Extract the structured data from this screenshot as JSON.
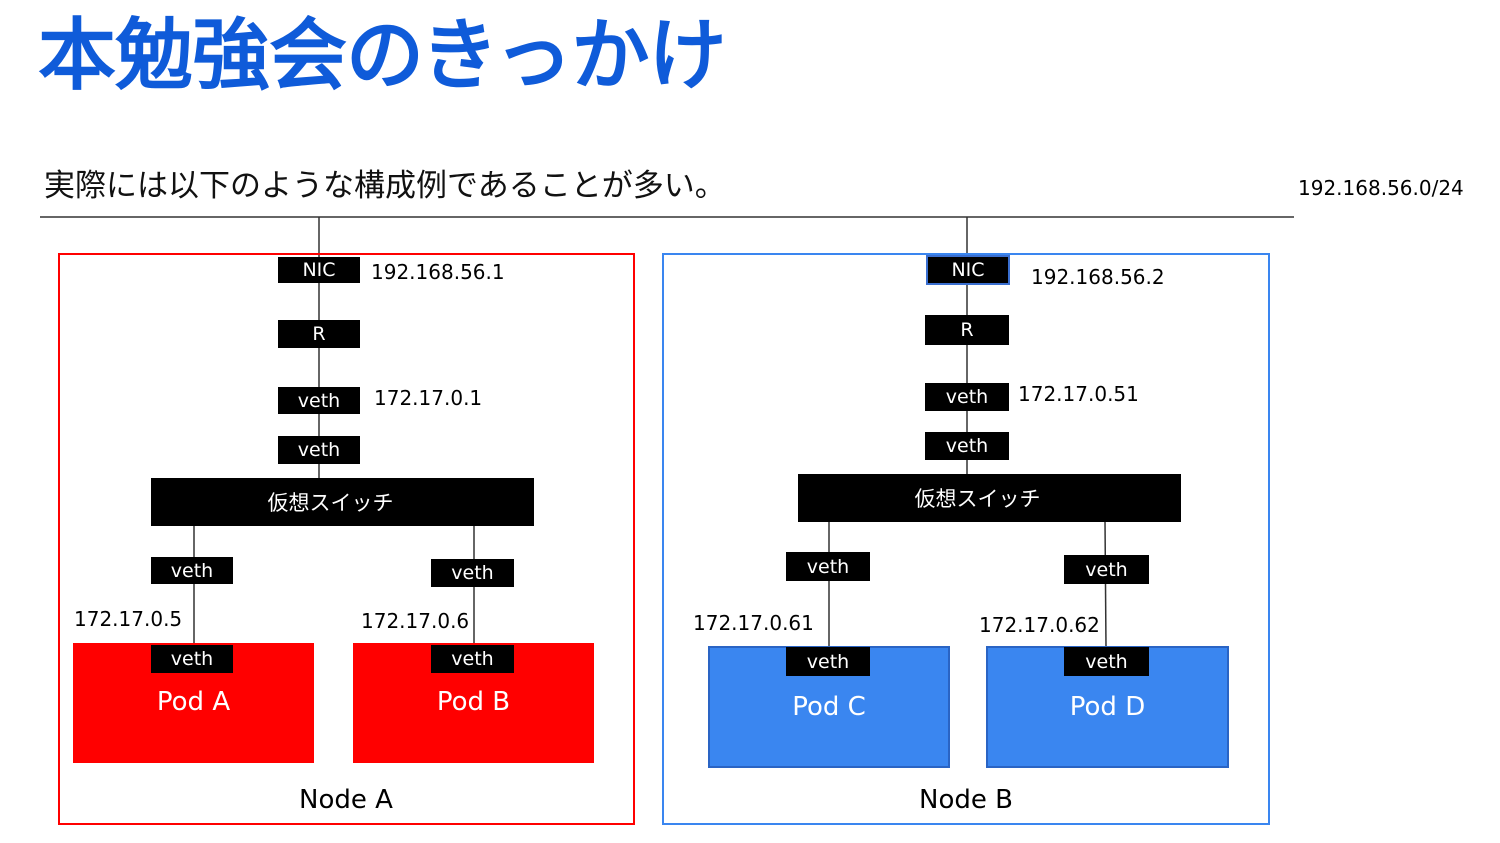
{
  "title": "本勉強会のきっかけ",
  "subtitle": "実際には以下のような構成例であることが多い。",
  "network": {
    "subnet": "192.168.56.0/24"
  },
  "colors": {
    "title": "#0f5bd9",
    "node_a": "#ff0000",
    "node_b": "#3a86f0"
  },
  "node_a": {
    "label": "Node A",
    "nic_label": "NIC",
    "nic_ip": "192.168.56.1",
    "router_label": "R",
    "veth_host_label": "veth",
    "veth_host_ip": "172.17.0.1",
    "veth_bridge_label": "veth",
    "switch_label": "仮想スイッチ",
    "pods": [
      {
        "name": "Pod A",
        "veth_label": "veth",
        "ip": "172.17.0.5",
        "pod_veth_label": "veth"
      },
      {
        "name": "Pod B",
        "veth_label": "veth",
        "ip": "172.17.0.6",
        "pod_veth_label": "veth"
      }
    ]
  },
  "node_b": {
    "label": "Node B",
    "nic_label": "NIC",
    "nic_ip": "192.168.56.2",
    "router_label": "R",
    "veth_host_label": "veth",
    "veth_host_ip": "172.17.0.51",
    "veth_bridge_label": "veth",
    "switch_label": "仮想スイッチ",
    "pods": [
      {
        "name": "Pod C",
        "veth_label": "veth",
        "ip": "172.17.0.61",
        "pod_veth_label": "veth"
      },
      {
        "name": "Pod D",
        "veth_label": "veth",
        "ip": "172.17.0.62",
        "pod_veth_label": "veth"
      }
    ]
  }
}
